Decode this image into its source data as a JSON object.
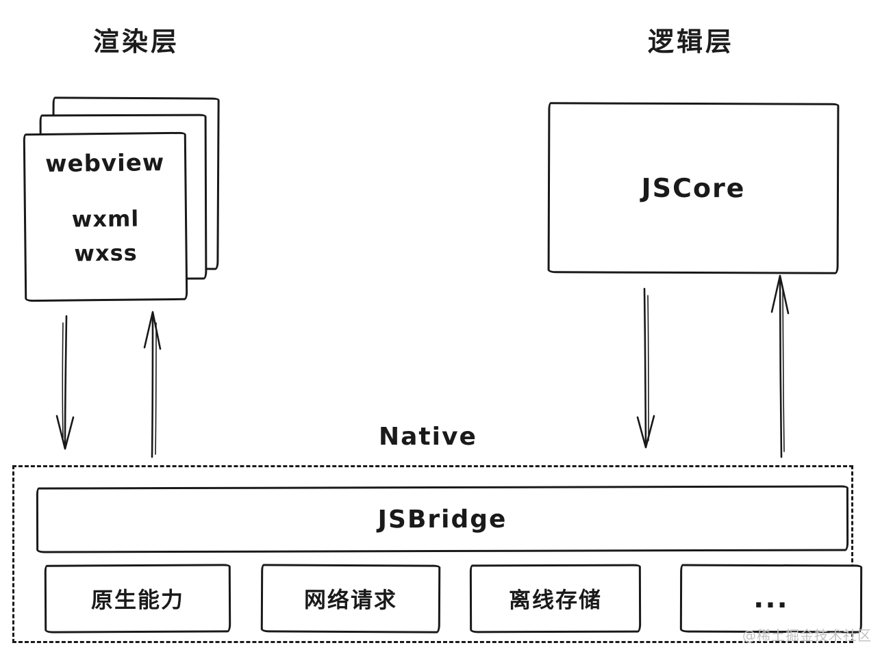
{
  "diagram": {
    "render_layer_label": "渲染层",
    "logic_layer_label": "逻辑层",
    "webview_stack": {
      "title": "webview",
      "items": [
        "wxml",
        "wxss"
      ]
    },
    "jscore_label": "JSCore",
    "native_label": "Native",
    "jsbridge_label": "JSBridge",
    "capabilities": [
      "原生能力",
      "网络请求",
      "离线存储",
      "..."
    ],
    "watermark": "@稀土掘金技术社区",
    "colors": {
      "ink": "#191919",
      "background": "#ffffff",
      "watermark": "#c3c3c3"
    }
  }
}
